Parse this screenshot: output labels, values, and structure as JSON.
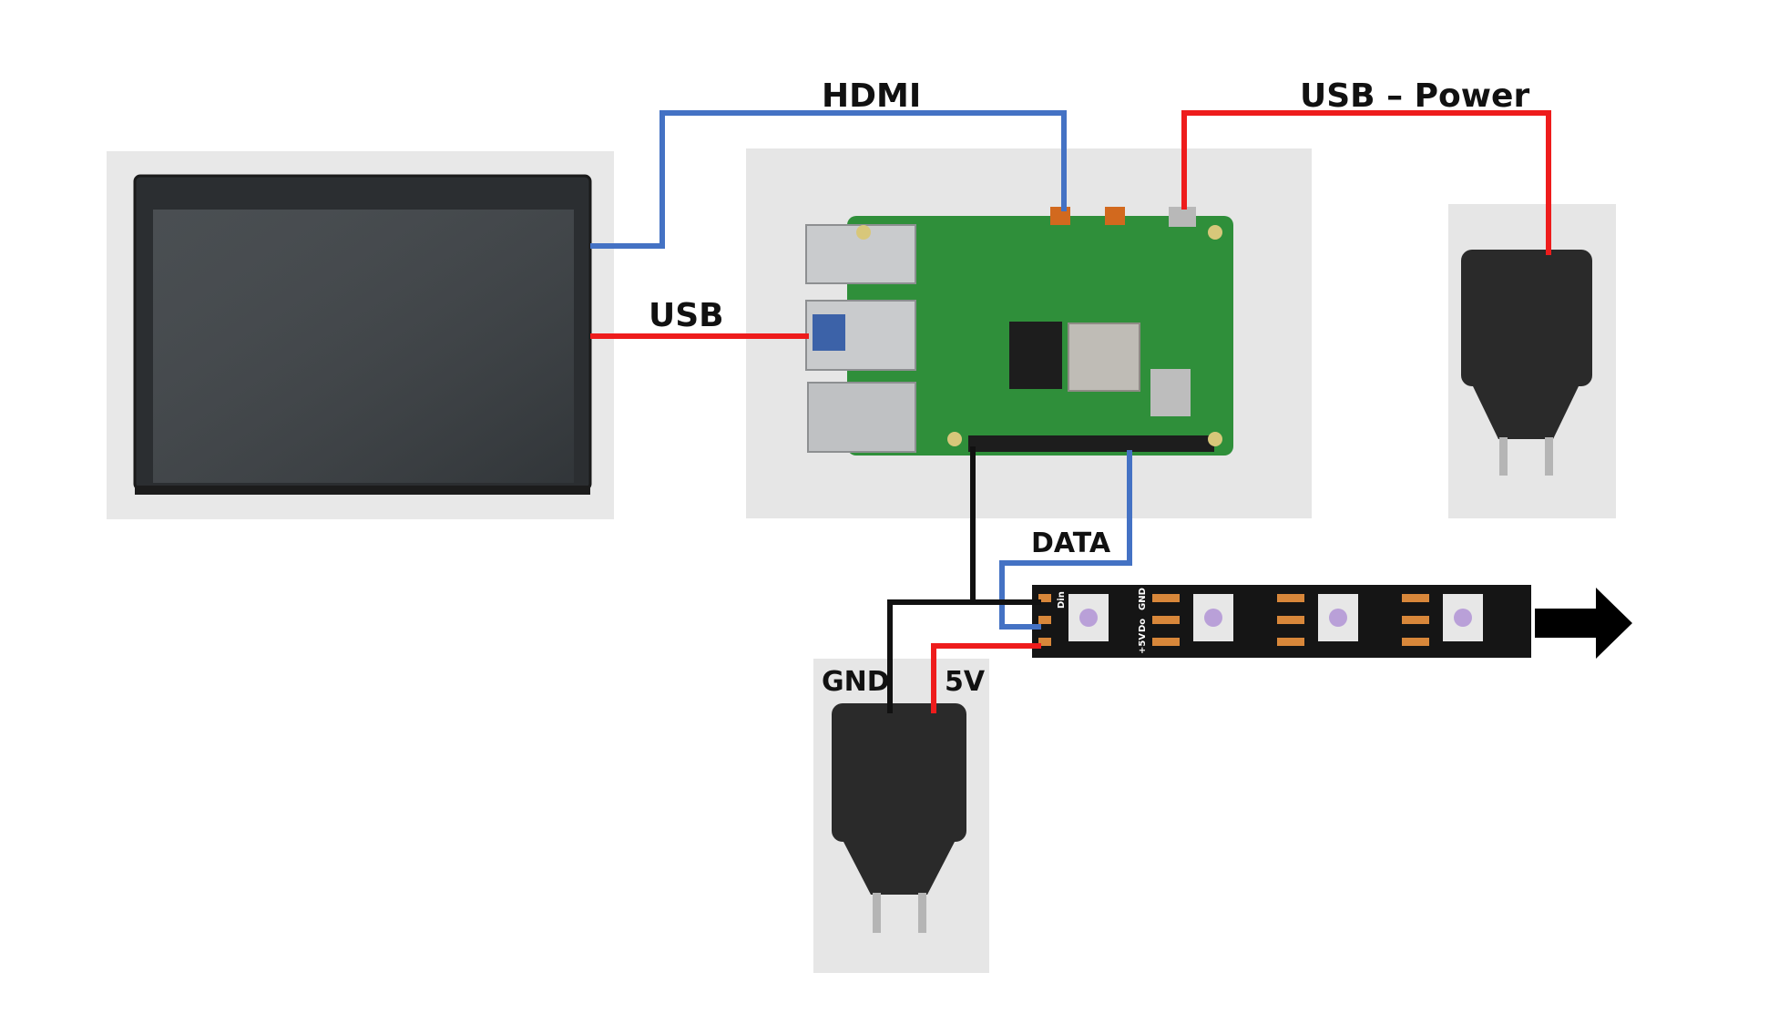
{
  "labels": {
    "hdmi": "HDMI",
    "usb_power": "USB – Power",
    "usb": "USB",
    "data": "DATA",
    "gnd": "GND",
    "five_v": "5V"
  },
  "strip_pins": {
    "din": "Din",
    "gnd": "GND",
    "plus5v": "+5V",
    "do": "Do"
  },
  "colors": {
    "hdmi_wire": "#4472c4",
    "power_wire": "#ee1c1c",
    "data_wire": "#4472c4",
    "gnd_wire": "#111111",
    "five_v_wire": "#ee1c1c",
    "board_green": "#2f8f3a",
    "strip": "#151515",
    "photo_bg": "#e6e6e6"
  },
  "icons": [
    "touchscreen-display-icon",
    "raspberry-pi-board-icon",
    "usb-power-adapter-icon",
    "led-strip-icon",
    "arrow-right-icon"
  ]
}
